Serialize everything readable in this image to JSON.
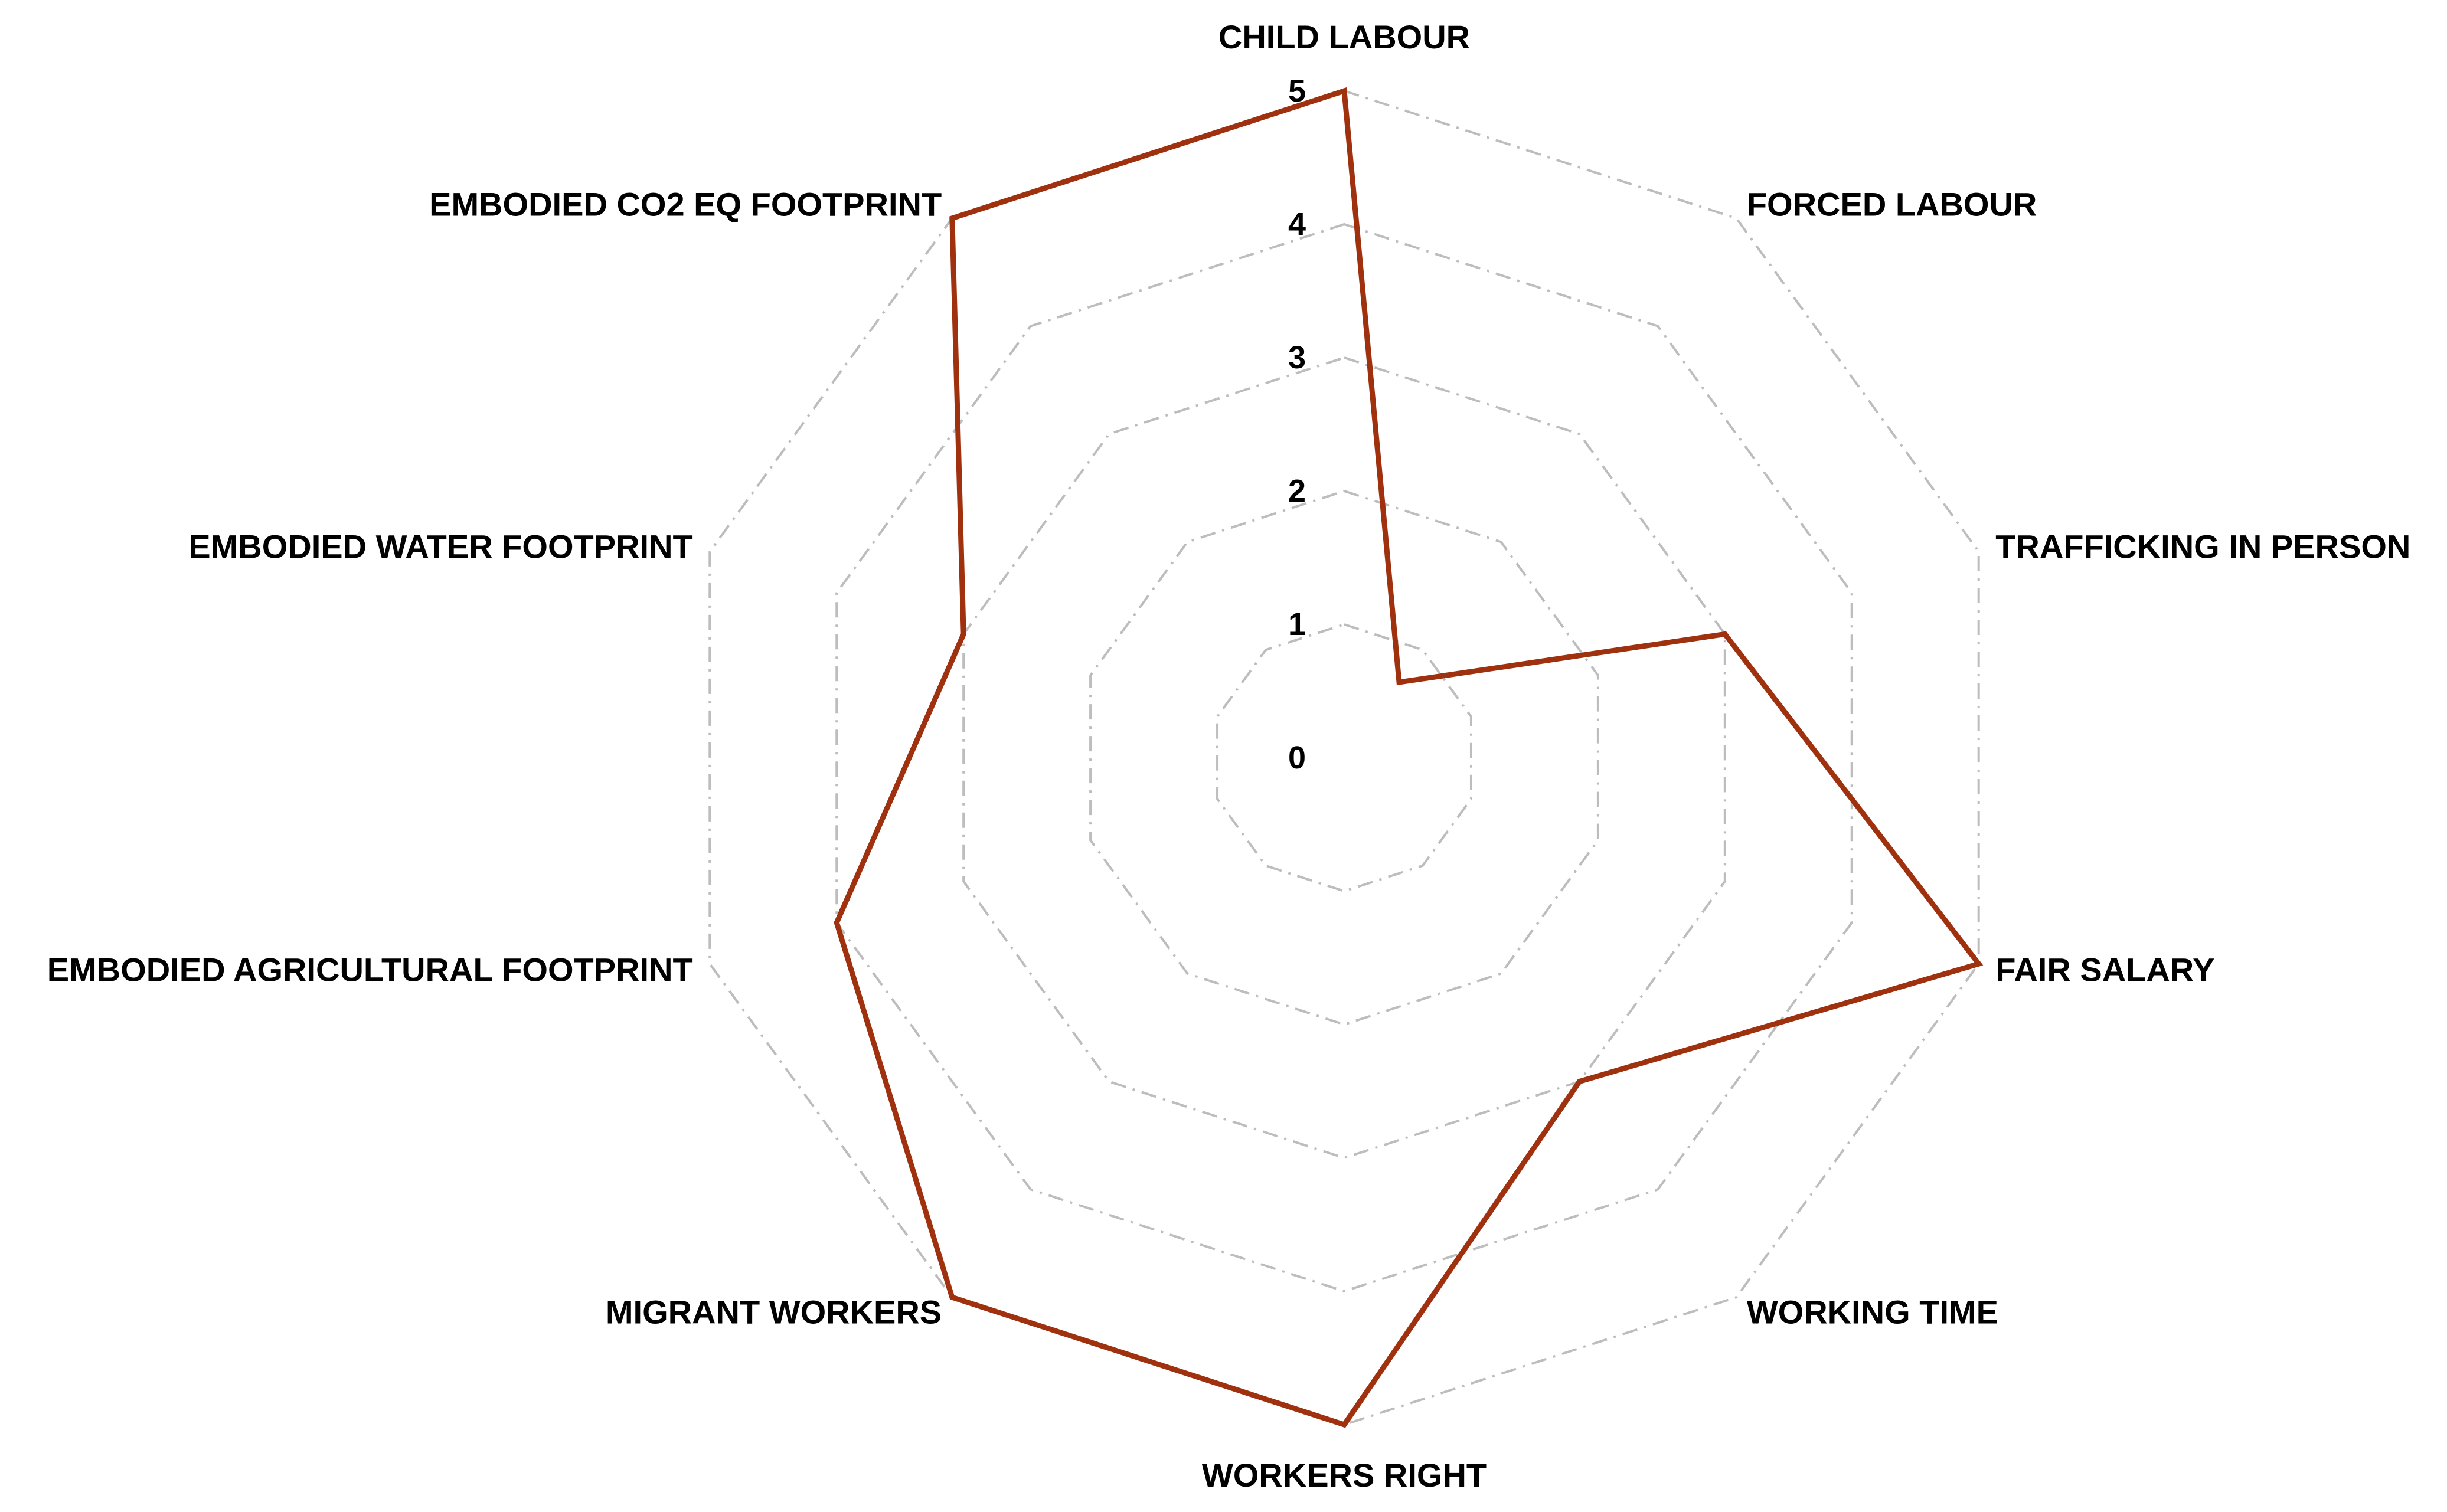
{
  "chart_data": {
    "type": "radar",
    "title": "",
    "categories": [
      "CHILD LABOUR",
      "FORCED LABOUR",
      "TRAFFICKING IN PERSON",
      "FAIR SALARY",
      "WORKING TIME",
      "WORKERS RIGHT",
      "MIGRANT WORKERS",
      "EMBODIED AGRICULTURAL FOOTPRINT",
      "EMBODIED WATER FOOTPRINT",
      "EMBODIED CO2 EQ FOOTPRINT"
    ],
    "series": [
      {
        "values": [
          5,
          0.7,
          3,
          5,
          3,
          5,
          5,
          4,
          3,
          5
        ],
        "color": "#a0310f"
      }
    ],
    "rlim": [
      0,
      5
    ],
    "ticks": [
      "0",
      "1",
      "2",
      "3",
      "4",
      "5"
    ],
    "grid": true,
    "grid_color": "#bdbdbd",
    "legend": "none"
  }
}
